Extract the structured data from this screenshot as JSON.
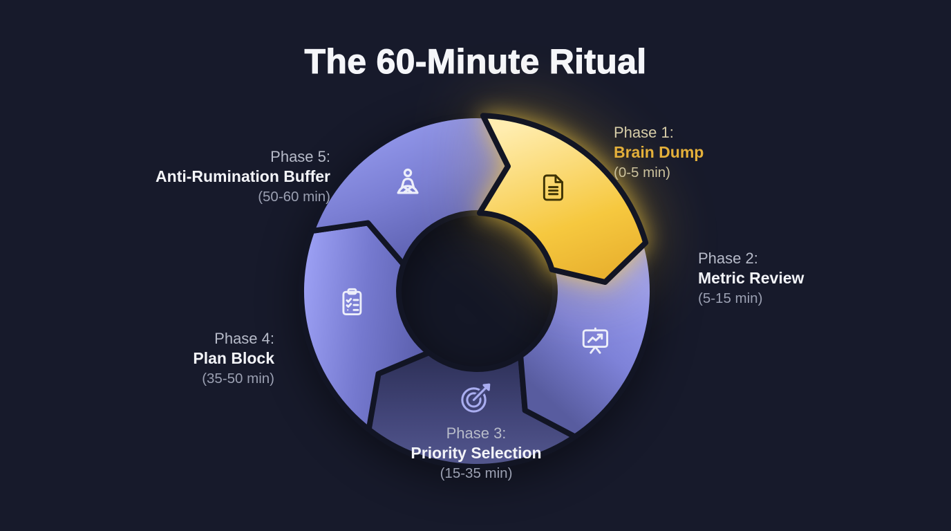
{
  "title": "The 60-Minute Ritual",
  "colors": {
    "background": "#171a2b",
    "center_hole": "#141726",
    "segment_gap": "#121524",
    "title_text": "#f5f6fa",
    "phase_number_text": "#b7bbc9",
    "phase_name_text": "#f3f4f8",
    "phase_time_text": "#9ba0b2",
    "highlight_glow": "#fcd34d"
  },
  "diagram": {
    "type": "cycle",
    "direction": "clockwise",
    "segment_count": 5
  },
  "phases": [
    {
      "phase_label": "Phase 1:",
      "name": "Brain Dump",
      "time": "(0-5 min)",
      "icon": "file-text-icon",
      "highlighted": true,
      "segment_colors": [
        "#ffedb0",
        "#f6c83f",
        "#dd9d20"
      ],
      "icon_color": "#3e3305",
      "label_colors": {
        "num": "#d7cda8",
        "name": "#e4b03a",
        "time": "#cbc19c"
      }
    },
    {
      "phase_label": "Phase 2:",
      "name": "Metric Review",
      "time": "(5-15 min)",
      "icon": "presentation-chart-icon",
      "highlighted": false,
      "segment_colors": [
        "#979bf0",
        "#7e82d8",
        "#585c9f"
      ],
      "icon_color": "#edeffa"
    },
    {
      "phase_label": "Phase 3:",
      "name": "Priority Selection",
      "time": "(15-35 min)",
      "icon": "target-dart-icon",
      "highlighted": false,
      "segment_colors": [
        "#575b93",
        "#43467a",
        "#2f325a"
      ],
      "icon_color": "#a9adf0"
    },
    {
      "phase_label": "Phase 4:",
      "name": "Plan Block",
      "time": "(35-50 min)",
      "icon": "clipboard-checklist-icon",
      "highlighted": false,
      "segment_colors": [
        "#9a9ef2",
        "#7579cf",
        "#5c60ae"
      ],
      "icon_color": "#edeffa"
    },
    {
      "phase_label": "Phase 5:",
      "name": "Anti-Rumination Buffer",
      "time": "(50-60 min)",
      "icon": "meditation-icon",
      "highlighted": false,
      "segment_colors": [
        "#9297ea",
        "#7b7fd4",
        "#6165b5"
      ],
      "icon_color": "#edeffa"
    }
  ]
}
